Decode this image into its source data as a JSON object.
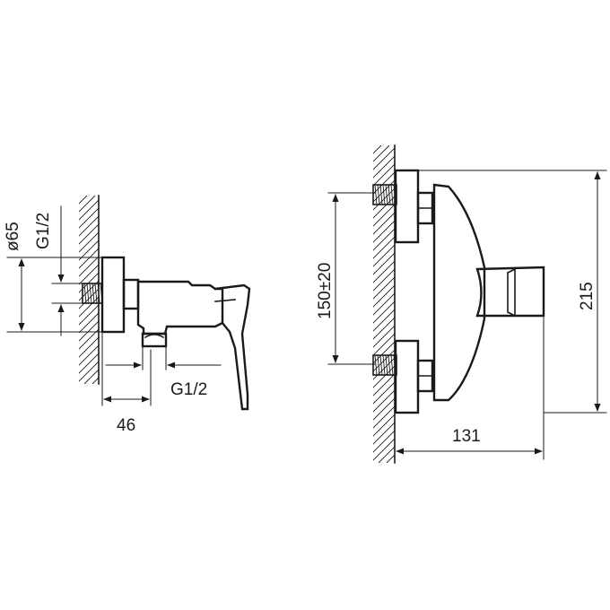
{
  "side_view": {
    "dim_diameter": "ø65",
    "dim_thread_inlet": "G1/2",
    "dim_thread_outlet": "G1/2",
    "dim_depth": "46"
  },
  "front_view": {
    "dim_spacing": "150±20",
    "dim_height": "215",
    "dim_width": "131"
  },
  "colors": {
    "line": "#1a1a1a",
    "background": "#ffffff"
  }
}
